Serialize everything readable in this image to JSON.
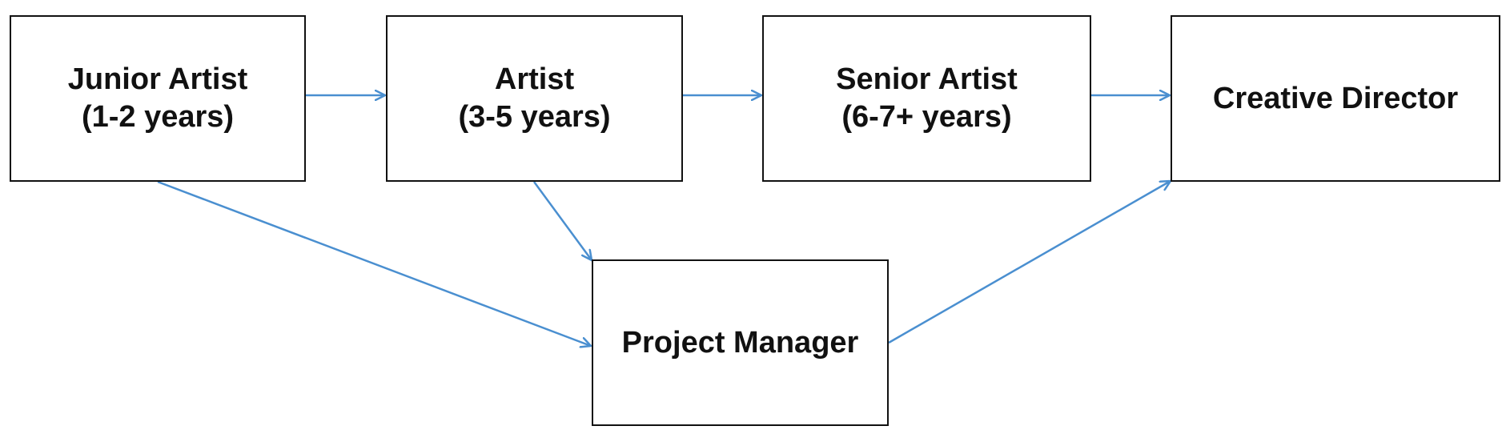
{
  "colors": {
    "edge": "#4a8fd0",
    "border": "#111111",
    "text": "#111111"
  },
  "nodes": {
    "junior": {
      "line1": "Junior Artist",
      "line2": "(1-2 years)"
    },
    "artist": {
      "line1": "Artist",
      "line2": "(3-5 years)"
    },
    "senior": {
      "line1": "Senior Artist",
      "line2": "(6-7+ years)"
    },
    "creative": {
      "line1": "Creative Director"
    },
    "pm": {
      "line1": "Project Manager"
    }
  },
  "edges": [
    {
      "from": "junior",
      "to": "artist"
    },
    {
      "from": "artist",
      "to": "senior"
    },
    {
      "from": "senior",
      "to": "creative"
    },
    {
      "from": "junior",
      "to": "pm"
    },
    {
      "from": "artist",
      "to": "pm"
    },
    {
      "from": "pm",
      "to": "creative"
    }
  ]
}
